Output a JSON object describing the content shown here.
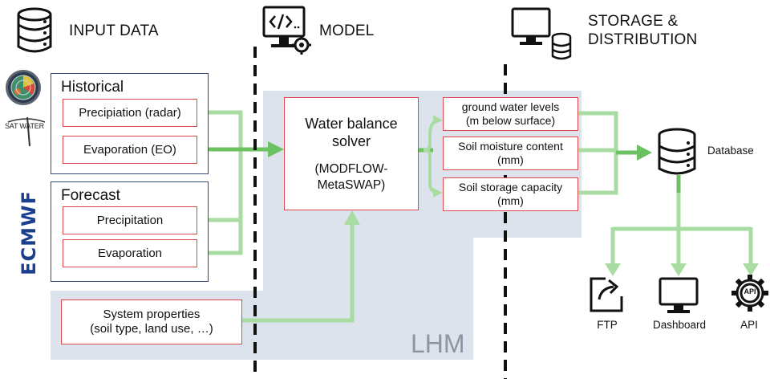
{
  "sections": {
    "input": "INPUT DATA",
    "model": "MODEL",
    "storage_line1": "STORAGE &",
    "storage_line2": "DISTRIBUTION"
  },
  "historical": {
    "title": "Historical",
    "items": [
      "Precipiation (radar)",
      "Evaporation (EO)"
    ]
  },
  "forecast": {
    "title": "Forecast",
    "items": [
      "Precipitation",
      "Evaporation"
    ]
  },
  "system_properties": {
    "line1": "System properties",
    "line2": "(soil type, land use, …)"
  },
  "solver": {
    "line1": "Water balance",
    "line2": "solver",
    "line3": "(MODFLOW-",
    "line4": "MetaSWAP)"
  },
  "outputs": [
    {
      "line1": "ground water levels",
      "line2": "(m below surface)"
    },
    {
      "line1": "Soil moisture content",
      "line2": "(mm)"
    },
    {
      "line1": "Soil storage capacity",
      "line2": "(mm)"
    }
  ],
  "lhm_label": "LHM",
  "database_label": "Database",
  "distribution": [
    "FTP",
    "Dashboard",
    "API"
  ],
  "logos": {
    "satwater": "SAT WATER",
    "ecmwf": "ECMWF",
    "api_badge": "API"
  },
  "colors": {
    "arrow_light": "#a9dca2",
    "arrow_dark": "#6cc160",
    "box_border": "#e0474c",
    "frame_border": "#2e4b7a",
    "model_bg": "#dde3ec",
    "ecmwf_blue": "#1b3f8f"
  }
}
